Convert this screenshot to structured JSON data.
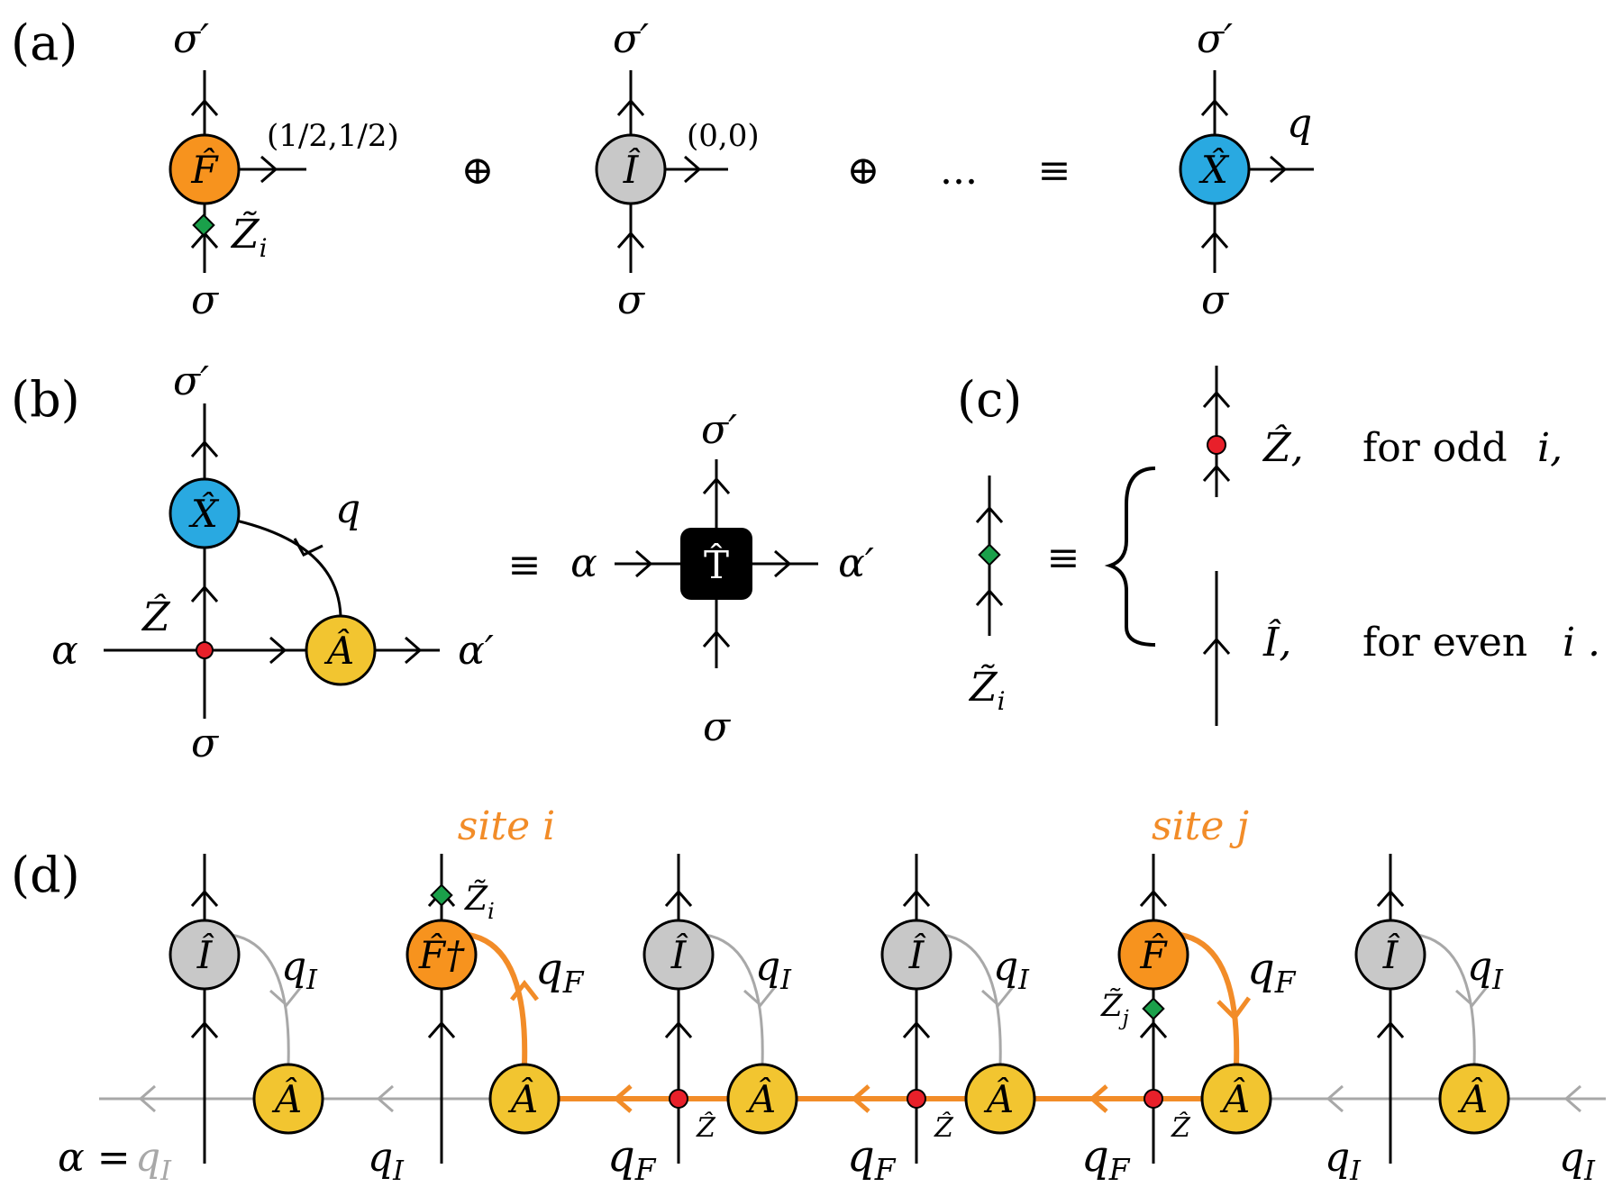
{
  "panels": {
    "a": "(a)",
    "b": "(b)",
    "c": "(c)",
    "d": "(d)"
  },
  "symbols": {
    "sigma": "σ",
    "sigma_prime": "σ′",
    "alpha": "α",
    "alpha_prime": "α′",
    "q": "q",
    "F": "F̂",
    "Fdag": "F̂†",
    "I": "Î",
    "X": "X̂",
    "A": "Â",
    "Z": "Ẑ",
    "T": "T̂",
    "Zt_i": "Z̃",
    "sub_i": "i",
    "sub_j": "j",
    "oplus": "⊕",
    "equiv": "≡",
    "ellipsis": "...",
    "qI": "q",
    "qF": "q",
    "sub_I": "I",
    "sub_F": "F"
  },
  "panel_a": {
    "charge_F": "(1/2,1/2)",
    "charge_I": "(0,0)"
  },
  "panel_c": {
    "odd_label": "Ẑ,",
    "odd_text": "for odd",
    "odd_i": "i,",
    "even_label": "Î,",
    "even_text": "for even",
    "even_i": "i ."
  },
  "panel_d": {
    "site_i": "site  i",
    "site_j": "site  j",
    "alpha_eq": "α =",
    "colors": {
      "orange": "#f28c28",
      "grey": "#a8a8a8"
    }
  },
  "colors": {
    "F_node": "#f7931e",
    "I_node": "#c8c8c8",
    "X_node": "#29a9e1",
    "A_node": "#f2c530",
    "red_dot": "#e8202a",
    "green_diamond": "#1aa04a",
    "T_box": "#000000"
  }
}
